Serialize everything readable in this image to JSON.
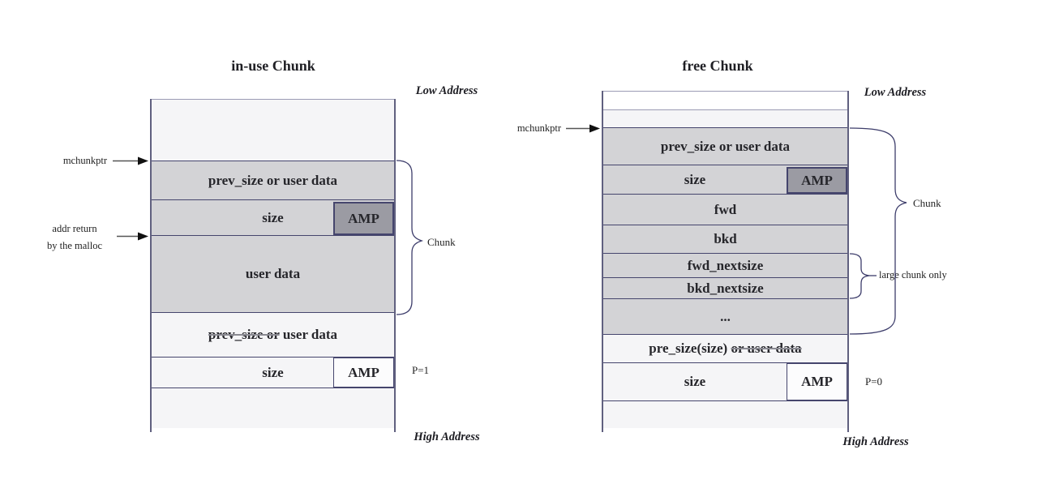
{
  "colors": {
    "border": "#45456d",
    "border_light": "#9b9bb4",
    "side": "#60607f",
    "row_gray": "#d3d3d6",
    "row_light": "#f5f5f7",
    "row_white": "#ffffff",
    "amp_dark": "#9b9ba3",
    "text": "#26262b",
    "strike": "#8a8a92"
  },
  "inuse": {
    "title": "in-use Chunk",
    "low_address": "Low Address",
    "high_address": "High Address",
    "mchunkptr_label": "mchunkptr",
    "addr_label_line1": "addr return",
    "addr_label_line2": "by the malloc",
    "chunk_brace_label": "Chunk",
    "p_flag": "P=1",
    "rows": {
      "prev_size_top": "prev_size or user data",
      "size_top": "size",
      "amp_top": "AMP",
      "user_data": "user data",
      "prev_size_bottom_struck": "prev_size or",
      "prev_size_bottom_rest": " user data",
      "size_bottom": "size",
      "amp_bottom": "AMP"
    }
  },
  "free": {
    "title": "free Chunk",
    "low_address": "Low Address",
    "high_address": "High Address",
    "mchunkptr_label": "mchunkptr",
    "chunk_brace_label": "Chunk",
    "large_chunk_label": "large chunk only",
    "p_flag": "P=0",
    "rows": {
      "prev_size": "prev_size or user data",
      "size_top": "size",
      "amp_top": "AMP",
      "fwd": "fwd",
      "bkd": "bkd",
      "fwd_nextsize": "fwd_nextsize",
      "bkd_nextsize": "bkd_nextsize",
      "ellipsis": "...",
      "pre_size_rest": "pre_size(size) ",
      "pre_size_struck": "or user data",
      "size_bottom": "size",
      "amp_bottom": "AMP"
    }
  }
}
